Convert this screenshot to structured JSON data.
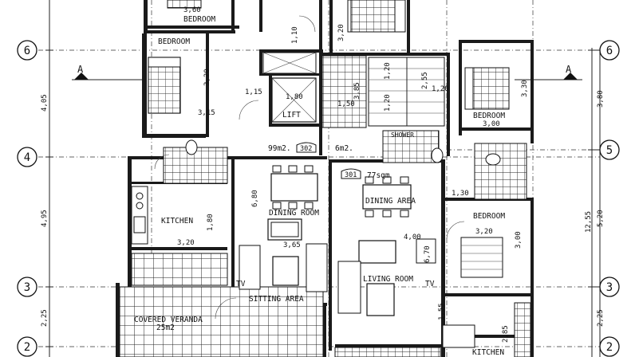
{
  "rooms": {
    "bedroom_top": "BEDROOM",
    "bedroom_left": "BEDROOM",
    "bedroom_right_upper": "BEDROOM",
    "bedroom_right_lower": "BEDROOM",
    "lift": "LIFT",
    "shower": "SHOWER",
    "kitchen_left": "KITCHEN",
    "kitchen_bottom": "KITCHEN",
    "dining_room": "DINING ROOM",
    "dining_area": "DINING AREA",
    "living_room": "LIVING ROOM",
    "sitting_area": "SITTING AREA",
    "covered_veranda": "COVERED VERANDA",
    "veranda_area": "25m2",
    "tv_left": "TV",
    "tv_right": "TV"
  },
  "units": {
    "unit_302_area": "99m2.",
    "unit_302_no": "302",
    "unit_301_no": "301",
    "unit_301_area": "77sqm",
    "corridor_area": "6m2."
  },
  "grid": {
    "row_6_left": "6",
    "row_6_right": "6",
    "row_4": "4",
    "row_5": "5",
    "row_3_left": "3",
    "row_3_right": "3",
    "row_2_left": "2",
    "row_2_right": "2",
    "section_left": "A",
    "section_right": "A"
  },
  "dims": {
    "d_360": "3,60",
    "d_110": "1,10",
    "d_320_top": "3,20",
    "d_320_bedroom_left": "3,20",
    "d_315": "3,15",
    "d_115": "1,15",
    "d_180_lift": "1,80",
    "d_150": "1,50",
    "d_385": "3,85",
    "d_120_a": "1,20",
    "d_120_b": "1,20",
    "d_255": "2,55",
    "d_120_c": "1,20",
    "d_330": "3,30",
    "d_300_bedroom": "3,00",
    "d_380": "3,80",
    "d_405": "4,05",
    "d_495": "4,95",
    "d_1255": "12,55",
    "d_520": "5,20",
    "d_680": "6,80",
    "d_180_kitchen": "1,80",
    "d_320_kitchen": "3,20",
    "d_365": "3,65",
    "d_400": "4,00",
    "d_670": "6,70",
    "d_130": "1,30",
    "d_320_bedroom_lower": "3,20",
    "d_300_lower": "3,00",
    "d_155": "1,55",
    "d_285": "2,85",
    "d_225_a": "2,25",
    "d_225_b": "2,25"
  }
}
